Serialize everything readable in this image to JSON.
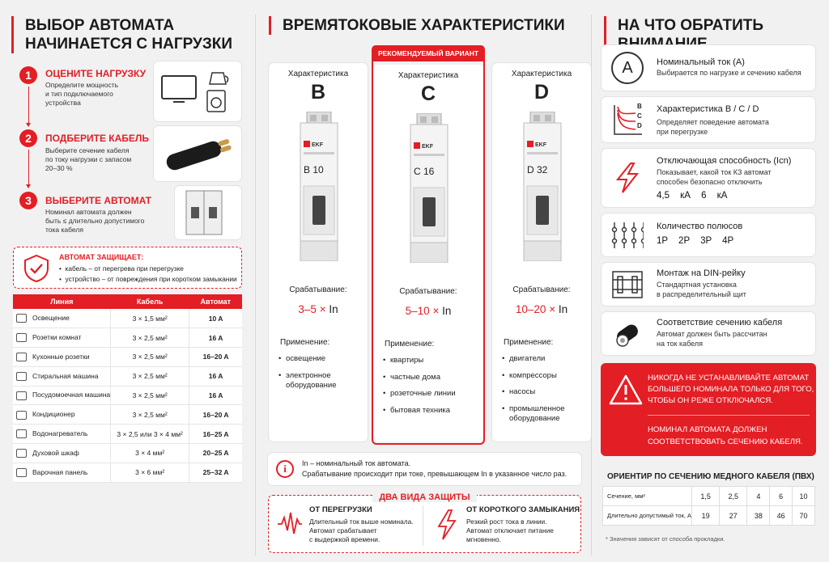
{
  "left": {
    "title1": "ВЫБОР АВТОМАТА",
    "title2": "НАЧИНАЕТСЯ С НАГРУЗКИ",
    "steps": [
      {
        "num": "1",
        "title": "ОЦЕНИТЕ НАГРУЗКУ",
        "text1": "Определите мощность",
        "text2": "и тип подключаемого",
        "text3": "устройства"
      },
      {
        "num": "2",
        "title": "ПОДБЕРИТЕ КАБЕЛЬ",
        "text1": "Выберите сечение кабеля",
        "text2": "по току нагрузки с запасом",
        "text3": "20–30 %"
      },
      {
        "num": "3",
        "title": "ВЫБЕРИТЕ АВТОМАТ",
        "text1": "Номинал автомата должен",
        "text2": "быть ≤ длительно допустимого",
        "text3": "тока кабеля"
      }
    ],
    "protects": {
      "title": "АВТОМАТ ЗАЩИЩАЕТ:",
      "item1": "кабель – от перегрева при перегрузке",
      "item2": "устройство – от повреждения при коротком замыкании"
    },
    "table": {
      "headers": [
        "Линия",
        "Кабель",
        "Автомат"
      ],
      "rows": [
        {
          "line": "Освещение",
          "cable": "3 × 1,5 мм²",
          "breaker": "10 A",
          "icon": "bulb-icon"
        },
        {
          "line": "Розетки комнат",
          "cable": "3 × 2,5 мм²",
          "breaker": "16 A",
          "icon": "socket-icon"
        },
        {
          "line": "Кухонные розетки",
          "cable": "3 × 2,5 мм²",
          "breaker": "16–20 A",
          "icon": "socket-icon"
        },
        {
          "line": "Стиральная машина",
          "cable": "3 × 2,5 мм²",
          "breaker": "16 A",
          "icon": "washer-icon"
        },
        {
          "line": "Посудомоечная машина",
          "cable": "3 × 2,5 мм²",
          "breaker": "16 A",
          "icon": "dishwasher-icon"
        },
        {
          "line": "Кондиционер",
          "cable": "3 × 2,5 мм²",
          "breaker": "16–20 A",
          "icon": "ac-icon"
        },
        {
          "line": "Водонагреватель",
          "cable": "3 × 2,5 или 3 × 4 мм²",
          "breaker": "16–25 A",
          "icon": "heater-icon"
        },
        {
          "line": "Духовой шкаф",
          "cable": "3 × 4 мм²",
          "breaker": "20–25 A",
          "icon": "oven-icon"
        },
        {
          "line": "Варочная панель",
          "cable": "3 × 6 мм²",
          "breaker": "25–32 A",
          "icon": "hob-icon"
        }
      ]
    }
  },
  "middle": {
    "title": "ВРЕМЯТОКОВЫЕ ХАРАКТЕРИСТИКИ",
    "recommended": "РЕКОМЕНДУЕМЫЙ ВАРИАНТ",
    "brand": "EKF",
    "char_label": "Характеристика",
    "trigger_label": "Срабатывание:",
    "apply_label": "Применение:",
    "unit": "In",
    "cols": [
      {
        "letter": "B",
        "rating": "B 10",
        "range": "3–5",
        "apps": [
          "освещение",
          "электронное оборудование"
        ]
      },
      {
        "letter": "C",
        "rating": "C 16",
        "range": "5–10",
        "apps": [
          "квартиры",
          "частные дома",
          "розеточные линии",
          "бытовая техника"
        ]
      },
      {
        "letter": "D",
        "rating": "D 32",
        "range": "10–20",
        "apps": [
          "двигатели",
          "компрессоры",
          "насосы",
          "промышленное оборудование"
        ]
      }
    ],
    "note1": "In – номинальный ток автомата.",
    "note2": "Срабатывание происходит при токе, превышающем In в указанное число раз.",
    "protection_title": "ДВА ВИДА ЗАЩИТЫ",
    "overload": {
      "title": "ОТ ПЕРЕГРУЗКИ",
      "t1": "Длительный ток выше номинала.",
      "t2": "Автомат срабатывает",
      "t3": "с выдержкой времени."
    },
    "short": {
      "title": "ОТ КОРОТКОГО ЗАМЫКАНИЯ",
      "t1": "Резкий рост тока в линии.",
      "t2": "Автомат отключает питание",
      "t3": "мгновенно."
    }
  },
  "right": {
    "title": "НА ЧТО ОБРАТИТЬ ВНИМАНИЕ",
    "rows": [
      {
        "title": "Номинальный ток (А)",
        "s1": "Выбирается по нагрузке и сечению кабеля",
        "icon_text": "A"
      },
      {
        "title": "Характеристика B / C / D",
        "s1": "Определяет поведение автомата",
        "s2": "при перегрузке",
        "c1": "B",
        "c2": "C",
        "c3": "D"
      },
      {
        "title": "Отключающая способность (Icn)",
        "s1": "Показывает, какой ток КЗ автомат",
        "s2": "способен безопасно отключить",
        "v": "4,5 кА 6 кА"
      },
      {
        "title": "Количество полюсов",
        "v": "1P 2P 3P 4P"
      },
      {
        "title": "Монтаж на DIN-рейку",
        "s1": "Стандартная установка",
        "s2": "в распределительный щит"
      },
      {
        "title": "Соответствие сечению кабеля",
        "s1": "Автомат должен быть рассчитан",
        "s2": "на ток кабеля"
      }
    ],
    "warning": {
      "l1": "НИКОГДА НЕ УСТАНАВЛИВАЙТЕ АВТОМАТ",
      "l2": "БОЛЬШЕГО НОМИНАЛА ТОЛЬКО ДЛЯ ТОГО,",
      "l3": "ЧТОБЫ ОН РЕЖЕ ОТКЛЮЧАЛСЯ.",
      "l4": "НОМИНАЛ АВТОМАТА ДОЛЖЕН",
      "l5": "СООТВЕТСТВОВАТЬ СЕЧЕНИЮ КАБЕЛЯ."
    },
    "cable_table": {
      "title": "ОРИЕНТИР ПО СЕЧЕНИЮ МЕДНОГО КАБЕЛЯ (ПВХ)",
      "row1_label": "Сечение, мм²",
      "row2_label": "Длительно допустимый ток, А",
      "sections": [
        "1,5",
        "2,5",
        "4",
        "6",
        "10"
      ],
      "currents": [
        "19",
        "27",
        "38",
        "46",
        "70"
      ],
      "footnote": "* Значения зависят от способа прокладки."
    }
  },
  "colors": {
    "accent": "#e31e24",
    "bg": "#f1f1f1"
  }
}
